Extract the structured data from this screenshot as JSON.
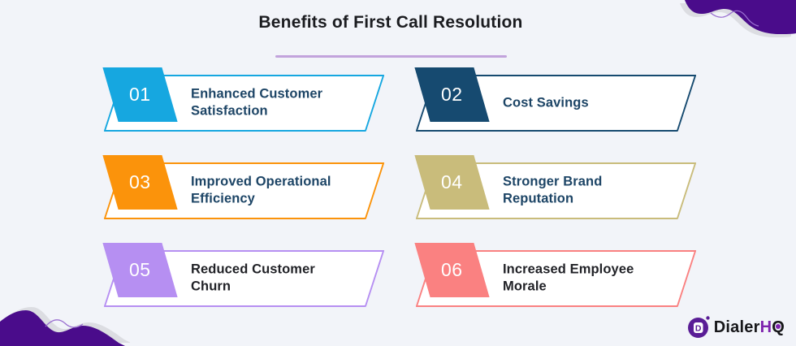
{
  "title": "Benefits of First Call Resolution",
  "cards": [
    {
      "number": "01",
      "label": "Enhanced Customer Satisfaction",
      "accent": "#16a7e0",
      "text_color": "#1d4566"
    },
    {
      "number": "02",
      "label": "Cost Savings",
      "accent": "#164a70",
      "text_color": "#1d4566"
    },
    {
      "number": "03",
      "label": "Improved Operational Efficiency",
      "accent": "#fb930b",
      "text_color": "#1d4566"
    },
    {
      "number": "04",
      "label": "Stronger Brand Reputation",
      "accent": "#c9bc7b",
      "text_color": "#1d4566"
    },
    {
      "number": "05",
      "label": "Reduced Customer Churn",
      "accent": "#b68ff2",
      "text_color": "#212227"
    },
    {
      "number": "06",
      "label": "Increased Employee Morale",
      "accent": "#fa8181",
      "text_color": "#212227"
    }
  ],
  "logo": {
    "name_part1": "Dialer",
    "name_part2": "H",
    "name_part3": "Q",
    "icon_letter": "D"
  },
  "colors": {
    "background": "#f2f4f9",
    "title_text": "#1b1c20",
    "title_underline": "#c2a3dc",
    "blob_purple": "#4a0c8b",
    "blob_shadow": "#dcdde2",
    "blob_line": "#9a6fd0",
    "logo_purple": "#5a1d96",
    "logo_accent": "#7d22ad",
    "logo_text": "#17171a"
  }
}
